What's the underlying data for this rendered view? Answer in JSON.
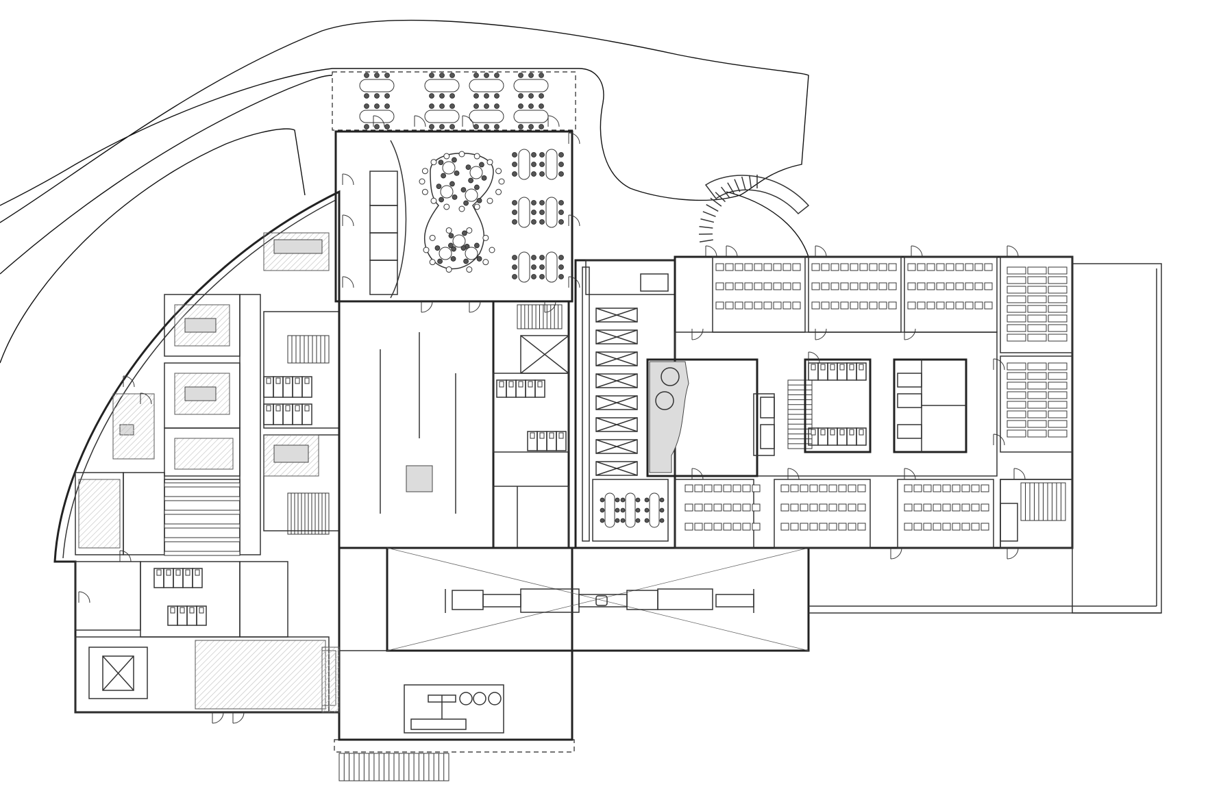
{
  "plan": {
    "background_color": "#ffffff",
    "line_color": "#222222",
    "hatch_color": "#bdbdbd",
    "fill_grey": "#dcdcdc",
    "zones": [
      {
        "id": "curved-wing",
        "icon": "curved-wing-outline"
      },
      {
        "id": "restaurant-terrace",
        "icon": "dining-tables"
      },
      {
        "id": "canteen",
        "icon": "round-tables"
      },
      {
        "id": "central-hall",
        "icon": "open-hall"
      },
      {
        "id": "machine-hall",
        "icon": "machine-outline"
      },
      {
        "id": "classroom-wing",
        "icon": "classroom-desks"
      }
    ]
  }
}
